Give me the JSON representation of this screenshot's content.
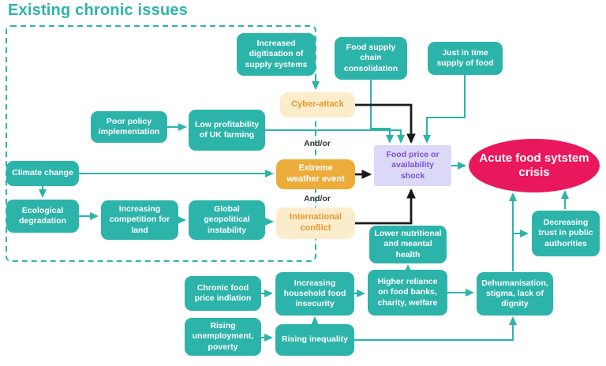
{
  "title": "Existing chronic issues",
  "colors": {
    "teal": "#2db4aa",
    "cream_bg": "#fbeccb",
    "cream_text": "#e39a2e",
    "orange_bg": "#ecac3a",
    "purple_bg": "#dcd9f8",
    "purple_text": "#7d4fd8",
    "crisis_red": "#e9185c",
    "arrow_black": "#1a1a1a"
  },
  "and_or": {
    "first": "And/or",
    "second": "And/or"
  },
  "nodes": [
    {
      "id": "increased-digitisation",
      "type": "teal",
      "label": "Increased digitisation of supply systems"
    },
    {
      "id": "supply-consolidation",
      "type": "teal",
      "label": "Food supply chain consolidation"
    },
    {
      "id": "just-in-time",
      "type": "teal",
      "label": "Just in time supply of food"
    },
    {
      "id": "cyber-attack",
      "type": "cream",
      "label": "Cyber-attack"
    },
    {
      "id": "poor-policy",
      "type": "teal",
      "label": "Poor policy implementation"
    },
    {
      "id": "low-profitability",
      "type": "teal",
      "label": "Low profitability of UK farming"
    },
    {
      "id": "climate-change",
      "type": "teal",
      "label": "Climate change"
    },
    {
      "id": "extreme-weather",
      "type": "orange",
      "label": "Extreme weather event"
    },
    {
      "id": "price-shock",
      "type": "purple",
      "label": "Food price or availability shock"
    },
    {
      "id": "acute-crisis",
      "type": "crisis",
      "label": "Acute food sytstem crisis"
    },
    {
      "id": "ecological-degradation",
      "type": "teal",
      "label": "Ecological degradation"
    },
    {
      "id": "competition-for-land",
      "type": "teal",
      "label": "Increasing competition for land"
    },
    {
      "id": "geopolitical-instability",
      "type": "teal",
      "label": "Global geopolitical instability"
    },
    {
      "id": "international-conflict",
      "type": "cream",
      "label": "International conflict"
    },
    {
      "id": "lower-nutrition",
      "type": "teal",
      "label": "Lower nutritional and meantal health"
    },
    {
      "id": "decreasing-trust",
      "type": "teal",
      "label": "Decreasing trust in public authorities"
    },
    {
      "id": "chronic-inflation",
      "type": "teal",
      "label": "Chronic food price indlation"
    },
    {
      "id": "household-insecurity",
      "type": "teal",
      "label": "Increasing household food insecurity"
    },
    {
      "id": "higher-reliance",
      "type": "teal",
      "label": "Higher reliance on food banks, charity, welfare"
    },
    {
      "id": "dehumanisation",
      "type": "teal",
      "label": "Dehumanisation, stigma, lack of dignity"
    },
    {
      "id": "rising-unemployment",
      "type": "teal",
      "label": "Rising unemployment, poverty"
    },
    {
      "id": "rising-inequality",
      "type": "teal",
      "label": "Rising inequality"
    }
  ]
}
